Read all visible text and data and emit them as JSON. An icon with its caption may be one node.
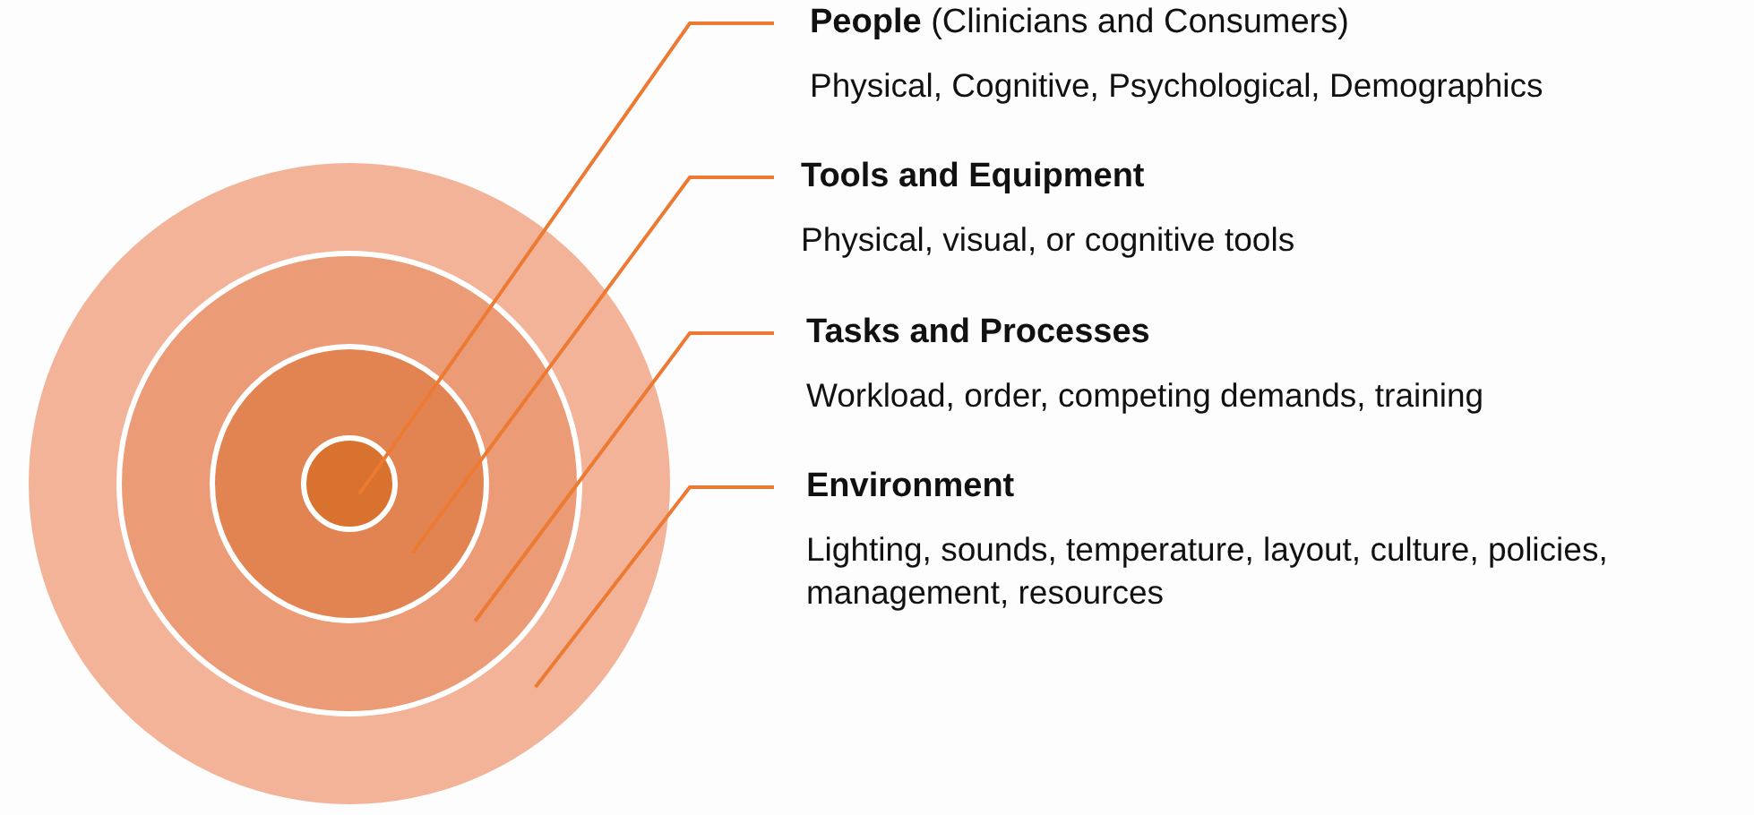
{
  "diagram": {
    "nodes": [
      {
        "text": [],
        "shape": "circle"
      },
      {
        "text": [],
        "shape": "circle",
        "in": 0
      },
      {
        "text": [],
        "shape": "circle",
        "in": 1
      },
      {
        "text": [],
        "shape": "circle",
        "in": 2
      },
      {
        "text": [
          "**People** (Clinicians and Consumers)",
          "Physical, Cognitive, Psychological, Demographics"
        ]
      },
      {
        "text": [
          "Tools and Equipment",
          "Physical, visual, or cognitive tools"
        ]
      },
      {
        "text": [
          "Tasks and Processes",
          "Workload, order, competing demands, training"
        ]
      },
      {
        "text": [
          "Environment",
          "Lighting, sounds, temperature, layout, culture, policies, management, resources"
        ]
      }
    ],
    "edges": [
      {
        "from": 4,
        "to": 3,
        "arrow": "none"
      },
      {
        "from": 5,
        "to": 2,
        "arrow": "none"
      },
      {
        "from": 6,
        "to": 1,
        "arrow": "none"
      },
      {
        "from": 7,
        "to": 0,
        "arrow": "none"
      }
    ]
  }
}
